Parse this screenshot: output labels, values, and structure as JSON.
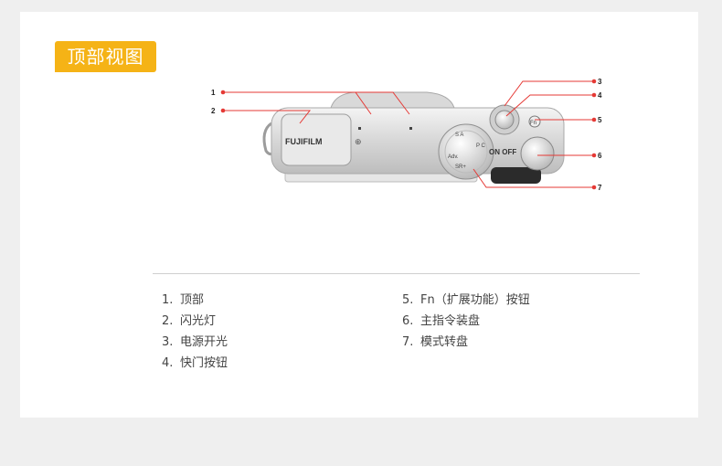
{
  "section_title": "顶部视图",
  "camera": {
    "brand": "FUJIFILM",
    "on_off_label": "ON OFF",
    "fn_label": "Fn",
    "dial_marks": [
      "S",
      "A",
      "P",
      "C",
      "Adv.",
      "SR+"
    ]
  },
  "callouts": [
    "1",
    "2",
    "3",
    "4",
    "5",
    "6",
    "7"
  ],
  "legend_left": [
    {
      "num": "1.",
      "label": "顶部"
    },
    {
      "num": "2.",
      "label": "闪光灯"
    },
    {
      "num": "3.",
      "label": "电源开光"
    },
    {
      "num": "4.",
      "label": "快门按钮"
    }
  ],
  "legend_right": [
    {
      "num": "5.",
      "label": "Fn（扩展功能）按钮"
    },
    {
      "num": "6.",
      "label": "主指令装盘"
    },
    {
      "num": "7.",
      "label": "模式转盘"
    }
  ],
  "colors": {
    "accent": "#f5b316",
    "callout_line": "#e53935",
    "background": "#efefef",
    "card": "#ffffff"
  }
}
